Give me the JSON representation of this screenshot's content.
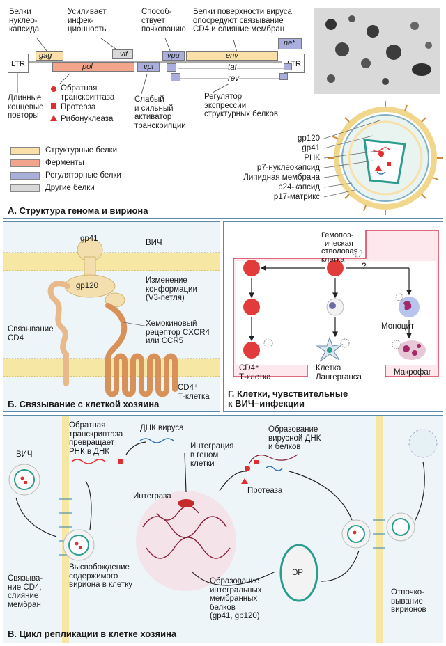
{
  "colors": {
    "structural": "#f8e0a8",
    "enzymes": "#f3a58c",
    "regulatory": "#a9aedd",
    "other": "#d8d8d8",
    "membrane": "#f6e7a4",
    "border": "#5b8aa8",
    "bg_blue": "#eef5f9",
    "frame_red": "#d53d5a",
    "cell_red": "#e23b3b",
    "receptor": "#d9915a"
  },
  "panelA": {
    "title": "А. Структура генома и вириона",
    "top_labels": {
      "capsid": "Белки\nнуклео-\nкапсида",
      "vif": "Усиливает\nинфек-\nционность",
      "vpu": "Способ-\nствует\nпочкованию",
      "env": "Белки поверхности вируса\nопосредуют связывание\nCD4 и слияние мембран"
    },
    "genes": {
      "ltr_left": "LTR",
      "ltr_right": "LTR",
      "gag": "gag",
      "pol": "pol",
      "vif": "vif",
      "vpr": "vpr",
      "vpu": "vpu",
      "env": "env",
      "nef": "nef",
      "tat": "tat",
      "rev": "rev"
    },
    "bottom_labels": {
      "ltr": "Длинные\nконцевые\nповторы",
      "enzymes": [
        "Обратная\nтранскриптаза",
        "Протеаза",
        "Рибонуклеаза"
      ],
      "vpr": "Слабый\nи сильный\nактиватор\nтранскрипции",
      "rev": "Регулятор\nэкспрессии\nструктурных белков"
    },
    "legend": [
      "Структурные белки",
      "Ферменты",
      "Регуляторные белки",
      "Другие белки"
    ],
    "virion_labels": [
      "gp120",
      "gp41",
      "РНК",
      "p7-нуклеокапсид",
      "Липидная мембрана",
      "p24-капсид",
      "p17-матрикс"
    ]
  },
  "panelB": {
    "title": "Б. Связывание с клеткой хозяина",
    "gp41": "gp41",
    "gp120": "gp120",
    "hiv": "ВИЧ",
    "conformation": "Изменение\nконформации\n(V3-петля)",
    "receptor": "Хемокиновый\nрецептор CXCR4\nили CCR5",
    "binding": "Связывание\nCD4",
    "cd4cell": "CD4⁺\nТ-клетка"
  },
  "panelG": {
    "title": "Г. Клетки, чувствительные\nк ВИЧ–инфекции",
    "stem": "Гемопоэ-\nтическая\nстволовая\nклетка",
    "question": "?",
    "monocyte": "Моноцит",
    "cd4": "CD4⁺\nТ-клетка",
    "langerhans": "Клетка\nЛангерганса",
    "macrophage": "Макрофаг"
  },
  "panelV": {
    "title": "В. Цикл репликации в клетке хозяина",
    "hiv": "ВИЧ",
    "rt": "Обратная\nтранскриптаза\nпревращает\nРНК в ДНК",
    "dna": "ДНК вируса",
    "integration": "Интеграция\nв геном\nклетки",
    "integrase": "Интеграза",
    "formation": "Образование\nвирусной ДНК\nи белков",
    "protease": "Протеаза",
    "release": "Высвобождение\nсодержимого\nвириона в клетку",
    "binding": "Связыва-\nние CD4,\nслияние\nмембран",
    "er": "ЭР",
    "membrane_proteins": "Образование\nинтегральных\nмембранных\nбелков\n(gp41, gp120)",
    "budding": "Отпочко-\nвывание\nвирионов"
  }
}
